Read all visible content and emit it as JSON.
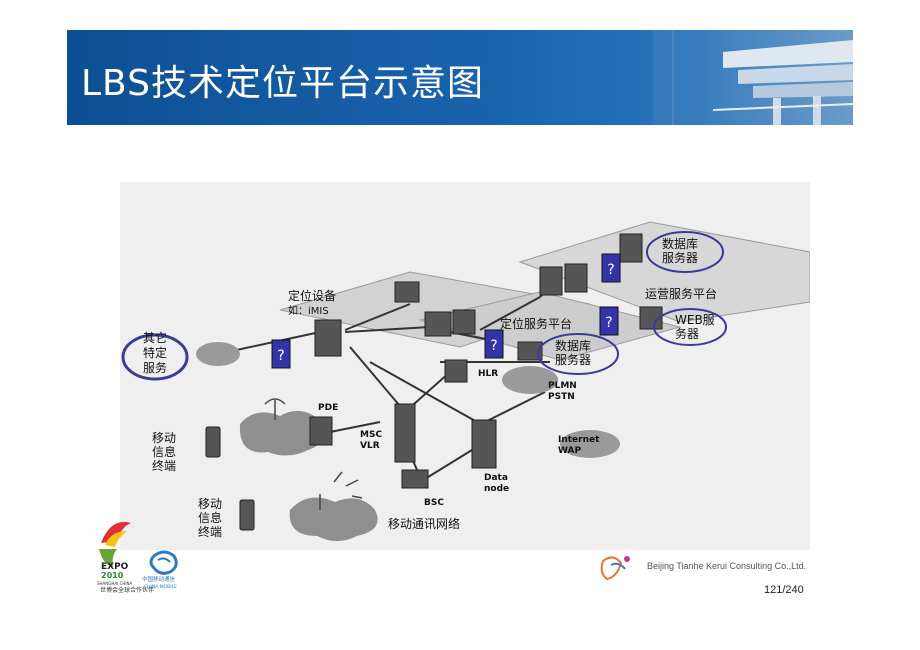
{
  "slide": {
    "title": "LBS技术定位平台示意图",
    "page_number": "121/240",
    "company": "Beijing Tianhe Kerui Consulting Co.,Ltd."
  },
  "diagram": {
    "positioning_device": [
      "定位设备",
      "如：iMIS"
    ],
    "positioning_platform": "定位服务平台",
    "operation_platform": "运营服务平台",
    "db_server_right": [
      "数据库",
      "服务器"
    ],
    "db_server_center": [
      "数据库",
      "服务器"
    ],
    "web_server": [
      "WEB服",
      "务器"
    ],
    "other_service": [
      "其它",
      "特定",
      "服务"
    ],
    "hlr": "HLR",
    "plmn": [
      "PLMN",
      "PSTN"
    ],
    "pde": "PDE",
    "msc": [
      "MSC",
      "VLR"
    ],
    "internet": [
      "Internet",
      "WAP"
    ],
    "bsc": "BSC",
    "data_node": [
      "Data",
      "node"
    ],
    "mobile_terminal_1": [
      "移动",
      "信息",
      "终端"
    ],
    "mobile_terminal_2": [
      "移动",
      "信息",
      "终端"
    ],
    "mobile_network": "移动通讯网络",
    "question_mark": "?"
  },
  "logos": {
    "expo_text": "EXPO",
    "expo_year": "2010",
    "expo_sub": "SHANGHAI CHINA",
    "cm_name": "中国移动通信",
    "cm_en": "CHINA MOBILE",
    "partner": "世博会全球合作伙伴"
  },
  "colors": {
    "banner": "#1a5fa8",
    "question_box": "#3333aa",
    "highlight_ellipse": "#3a3a9a"
  }
}
